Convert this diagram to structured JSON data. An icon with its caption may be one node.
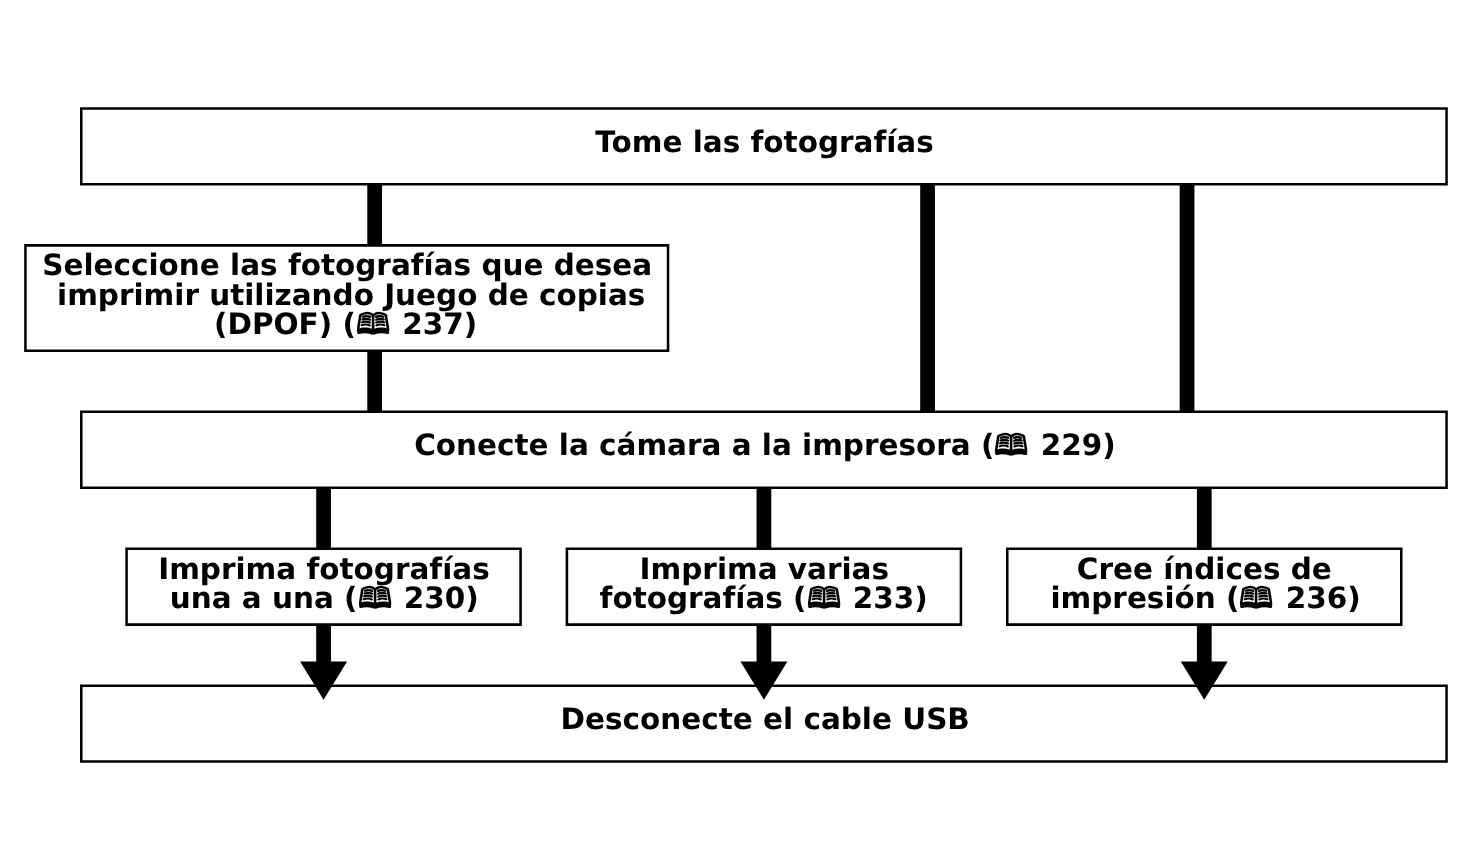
{
  "diagram": {
    "nodes": [
      {
        "text": [
          "Tome las fotografías"
        ]
      },
      {
        "text": [
          "Seleccione las fotografías que desea imprimir utilizando Juego de copias (DPOF) (🕮 237)"
        ]
      },
      {
        "text": [
          "Conecte la cámara a la impresora (🕮 229)"
        ]
      },
      {
        "text": [
          "Imprima fotografías una a una (🕮 230)"
        ]
      },
      {
        "text": [
          "Imprima varias fotografías (🕮 233)"
        ]
      },
      {
        "text": [
          "Cree índices de impresión (🕮 236)"
        ]
      },
      {
        "text": [
          "Desconecte el cable USB"
        ]
      }
    ],
    "edges": [
      {
        "from": 0,
        "to": 2,
        "arrow": "none"
      },
      {
        "from": 0,
        "to": 1,
        "arrow": "none"
      },
      {
        "from": 1,
        "to": 2,
        "arrow": "none"
      },
      {
        "from": 0,
        "to": 2,
        "arrow": "none"
      },
      {
        "from": 2,
        "to": 3,
        "arrow": "none"
      },
      {
        "from": 2,
        "to": 4,
        "arrow": "none"
      },
      {
        "from": 2,
        "to": 5,
        "arrow": "none"
      },
      {
        "from": 3,
        "to": 6,
        "arrow": "to"
      },
      {
        "from": 4,
        "to": 6,
        "arrow": "to"
      },
      {
        "from": 5,
        "to": 6,
        "arrow": "to"
      }
    ]
  }
}
